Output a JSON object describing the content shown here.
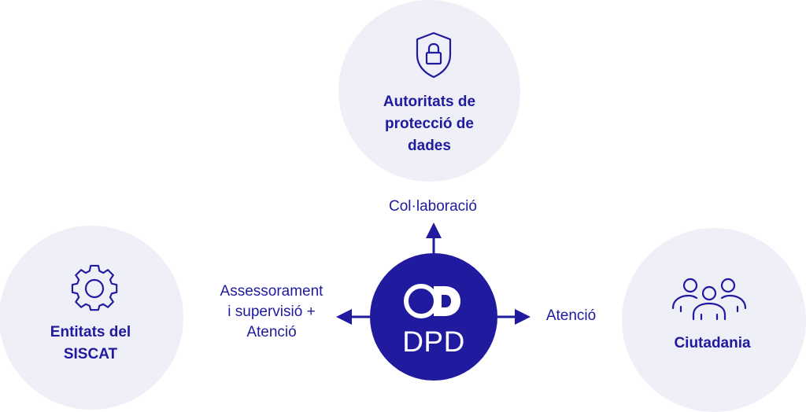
{
  "nodes": {
    "top": {
      "label": "Autoritats de\nprotecció de\ndades",
      "icon": "shield-lock-icon"
    },
    "left": {
      "label": "Entitats del\nSISCAT",
      "icon": "gear-icon"
    },
    "right": {
      "label": "Ciutadania",
      "icon": "people-group-icon"
    },
    "center": {
      "label": "DPD",
      "icon": "dpd-logo-icon"
    }
  },
  "edges": {
    "up": "Col·laboració",
    "left": "Assessorament\ni supervisió +\nAtenció",
    "right": "Atenció"
  },
  "colors": {
    "primary": "#1f1a9e",
    "circle_fill": "#efeff8",
    "center_text": "#ffffff"
  }
}
